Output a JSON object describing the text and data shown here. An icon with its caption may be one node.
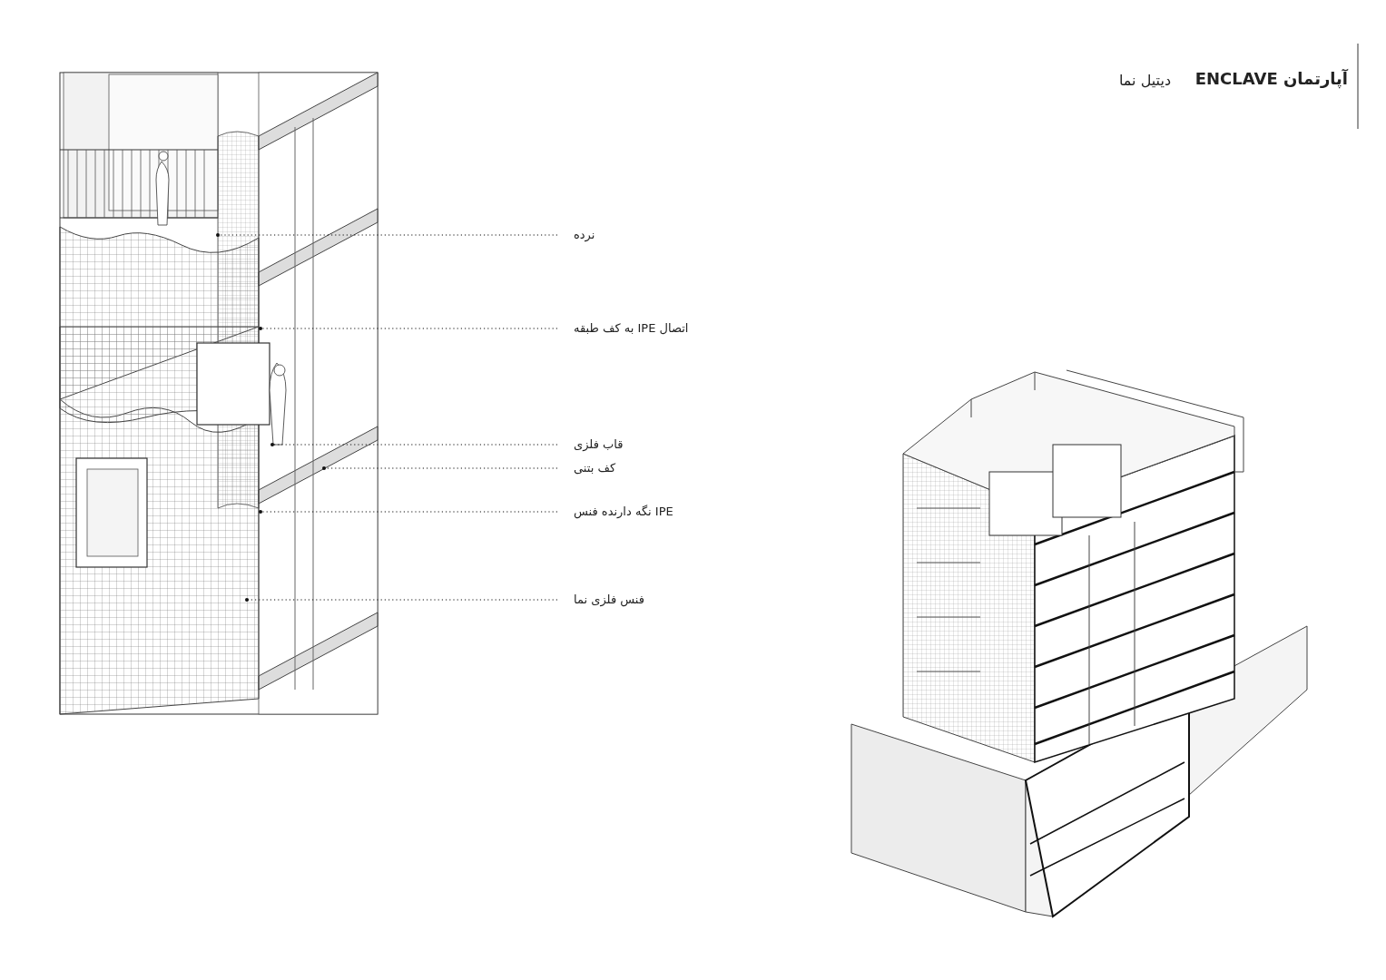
{
  "diagram": {
    "title": "آپارتمان ENCLAVE",
    "nodes": [
      {
        "text": [
          "نرده"
        ]
      },
      {
        "text": [
          "اتصال IPE به کف طبقه"
        ]
      },
      {
        "text": [
          "قاب فلزی"
        ]
      },
      {
        "text": [
          "کف بتنی"
        ]
      },
      {
        "text": [
          "IPE نگه دارنده فنس"
        ]
      },
      {
        "text": [
          "فنس فلزی نما"
        ]
      }
    ],
    "edges": [
      {
        "from": 0,
        "to": null,
        "arrow": "other",
        "style": "dashed"
      },
      {
        "from": 1,
        "to": null,
        "arrow": "other",
        "style": "dashed"
      },
      {
        "from": 2,
        "to": null,
        "arrow": "other",
        "style": "dashed"
      },
      {
        "from": 3,
        "to": null,
        "arrow": "other",
        "style": "dashed"
      },
      {
        "from": 4,
        "to": null,
        "arrow": "other",
        "style": "dashed"
      },
      {
        "from": 5,
        "to": null,
        "arrow": "other",
        "style": "dashed"
      }
    ],
    "labels": [
      "دیتیل نما"
    ]
  }
}
